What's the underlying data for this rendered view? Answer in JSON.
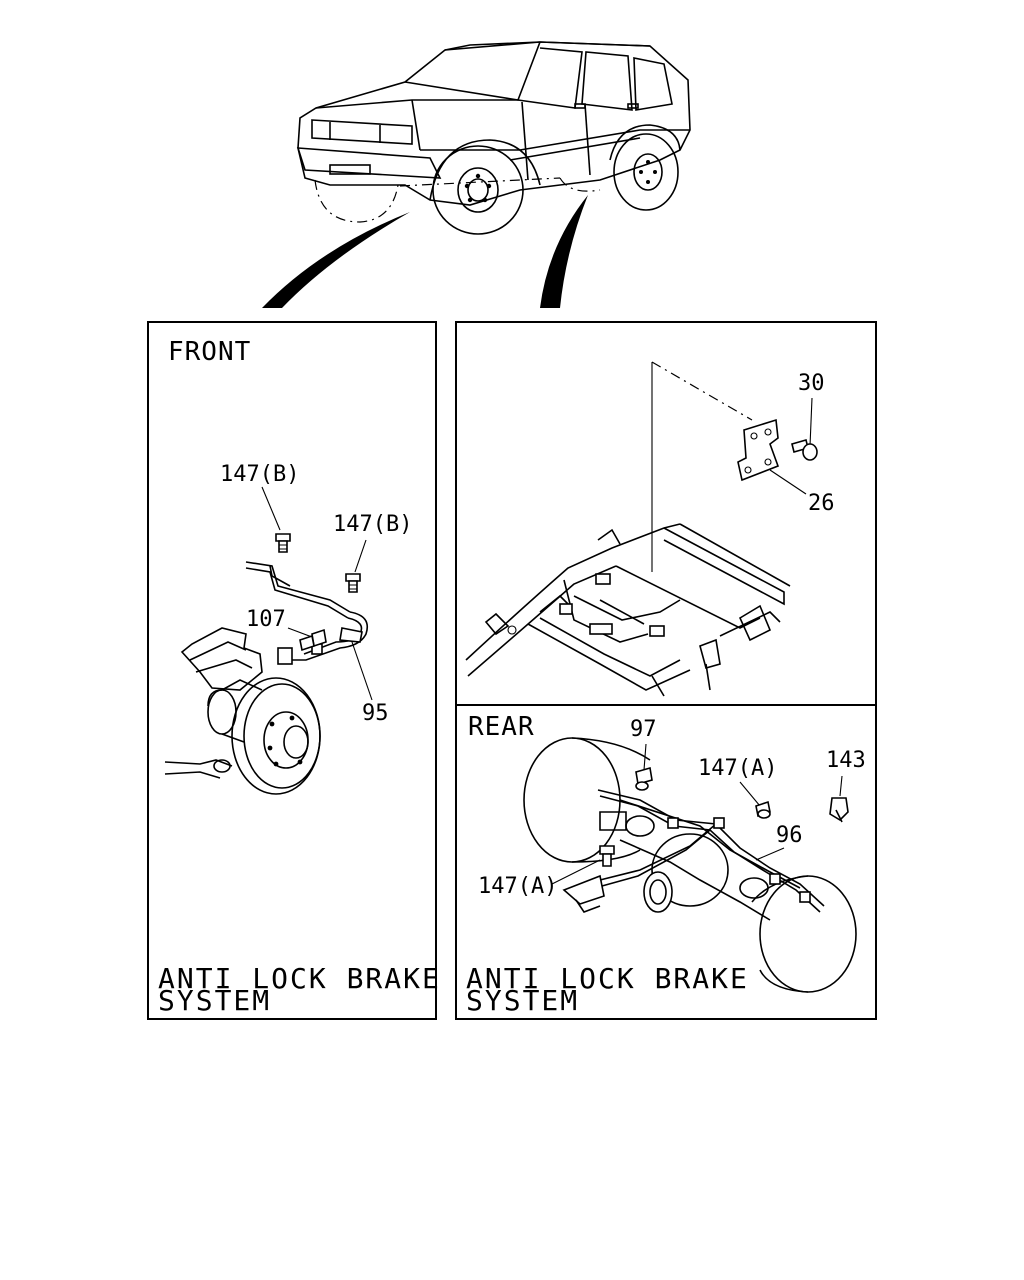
{
  "front_panel": {
    "heading": "FRONT",
    "caption_line1": "ANTI LOCK BRAKE",
    "caption_line2": "SYSTEM",
    "callouts": [
      "147(B)",
      "147(B)",
      "107",
      "95"
    ]
  },
  "frame_panel": {
    "callouts": [
      "30",
      "26"
    ]
  },
  "rear_panel": {
    "heading": "REAR",
    "caption_line1": "ANTI LOCK BRAKE",
    "caption_line2": "SYSTEM",
    "callouts": [
      "97",
      "147(A)",
      "143",
      "96",
      "147(A)"
    ]
  }
}
